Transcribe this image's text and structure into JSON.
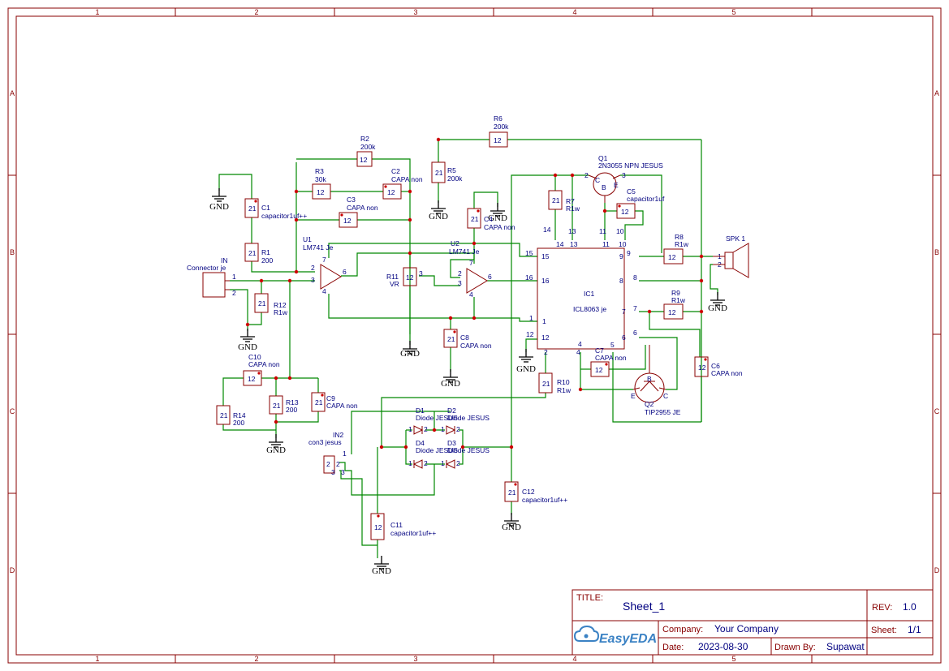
{
  "sheet": {
    "zones_columns": [
      "1",
      "2",
      "3",
      "4",
      "5"
    ],
    "zones_rows": [
      "A",
      "B",
      "C",
      "D"
    ]
  },
  "components": {
    "C1": {
      "ref": "C1",
      "value": "capacitor1uf++"
    },
    "R1": {
      "ref": "R1",
      "value": "200"
    },
    "R2": {
      "ref": "R2",
      "value": "200k"
    },
    "R3": {
      "ref": "R3",
      "value": "30k"
    },
    "C2": {
      "ref": "C2",
      "value": "CAPA non"
    },
    "C3": {
      "ref": "C3",
      "value": "CAPA non"
    },
    "U1": {
      "ref": "U1",
      "value": "LM741 Je"
    },
    "U2": {
      "ref": "U2",
      "value": "LM741 Je"
    },
    "R5": {
      "ref": "R5",
      "value": "200k"
    },
    "R6": {
      "ref": "R6",
      "value": "200k"
    },
    "C4": {
      "ref": "C4",
      "value": "CAPA non"
    },
    "Q1": {
      "ref": "Q1",
      "value": "2N3055 NPN JESUS"
    },
    "C5": {
      "ref": "C5",
      "value": "capacitor1uf"
    },
    "R7": {
      "ref": "R7",
      "value": "R1w"
    },
    "R8": {
      "ref": "R8",
      "value": "R1w"
    },
    "R9": {
      "ref": "R9",
      "value": "R1w"
    },
    "SPK": {
      "ref": "SPK 1",
      "value": ""
    },
    "IN": {
      "ref": "IN",
      "value": "Connector je"
    },
    "R11": {
      "ref": "R11",
      "value": "VR"
    },
    "R12": {
      "ref": "R12",
      "value": "R1w"
    },
    "IC1": {
      "ref": "IC1",
      "value": "ICL8063 je"
    },
    "C8": {
      "ref": "C8",
      "value": "CAPA non"
    },
    "C10": {
      "ref": "C10",
      "value": "CAPA non"
    },
    "C9": {
      "ref": "C9",
      "value": "CAPA non"
    },
    "R13": {
      "ref": "R13",
      "value": "200"
    },
    "R14": {
      "ref": "R14",
      "value": "200"
    },
    "C7": {
      "ref": "C7",
      "value": "CAPA non"
    },
    "R10": {
      "ref": "R10",
      "value": "R1w"
    },
    "Q2": {
      "ref": "Q2",
      "value": "TIP2955 JE"
    },
    "C6": {
      "ref": "C6",
      "value": "CAPA non"
    },
    "D1": {
      "ref": "D1",
      "value": "Diode JESUS"
    },
    "D2": {
      "ref": "D2",
      "value": "Diode JESUS"
    },
    "D3": {
      "ref": "D3",
      "value": "Diode JESUS"
    },
    "D4": {
      "ref": "D4",
      "value": "Diode JESUS"
    },
    "IN2": {
      "ref": "IN2",
      "value": "con3 jesus"
    },
    "C11": {
      "ref": "C11",
      "value": "capacitor1uf++"
    },
    "C12": {
      "ref": "C12",
      "value": "capacitor1uf++"
    }
  },
  "gnd_label": "GND",
  "title_block": {
    "title_label": "TITLE:",
    "title": "Sheet_1",
    "rev_label": "REV:",
    "rev": "1.0",
    "company_label": "Company:",
    "company": "Your Company",
    "sheet_label": "Sheet:",
    "sheet": "1/1",
    "date_label": "Date:",
    "date": "2023-08-30",
    "drawn_label": "Drawn By:",
    "drawn_by": "Supawat",
    "logo_text": "EasyEDA"
  },
  "colors": {
    "frame": "#880000",
    "wire": "#008800",
    "text": "#000080",
    "junction": "#cc0000"
  }
}
